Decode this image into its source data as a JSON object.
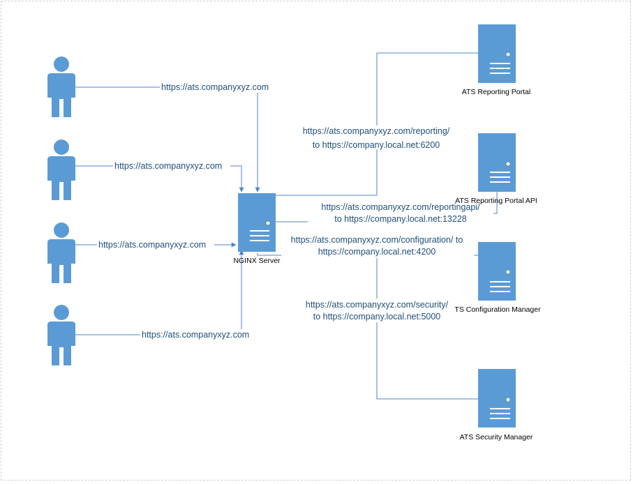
{
  "colors": {
    "shape_fill": "#5b9bd5",
    "connector": "#4f86c6",
    "link_text": "#1f4e79",
    "node_text": "#000000",
    "indicator": "#e2efd9"
  },
  "users": [
    {
      "icon": "person-icon",
      "link_label": "https://ats.companyxyz.com"
    },
    {
      "icon": "person-icon",
      "link_label": "https://ats.companyxyz.com"
    },
    {
      "icon": "person-icon",
      "link_label": "https://ats.companyxyz.com"
    },
    {
      "icon": "person-icon",
      "link_label": "https://ats.companyxyz.com"
    }
  ],
  "proxy": {
    "icon": "server-icon",
    "label": "NGINX Server"
  },
  "servers": [
    {
      "icon": "server-icon",
      "label": "ATS Reporting Portal"
    },
    {
      "icon": "server-icon",
      "label": "ATS Reporting Portal API"
    },
    {
      "icon": "server-icon",
      "label": "TS Configuration Manager"
    },
    {
      "icon": "server-icon",
      "label": "ATS Security Manager"
    }
  ],
  "routes": [
    {
      "line1": "https://ats.companyxyz.com/reporting/",
      "line2": "to https://company.local.net:6200"
    },
    {
      "line1": "https://ats.companyxyz.com/reportingapi/",
      "line2": "to https://company.local.net:13228"
    },
    {
      "line1": "https://ats.companyxyz.com/configuration/ to",
      "line2": "https://company.local.net:4200"
    },
    {
      "line1": "https://ats.companyxyz.com/security/",
      "line2": "to https://company.local.net:5000"
    }
  ]
}
